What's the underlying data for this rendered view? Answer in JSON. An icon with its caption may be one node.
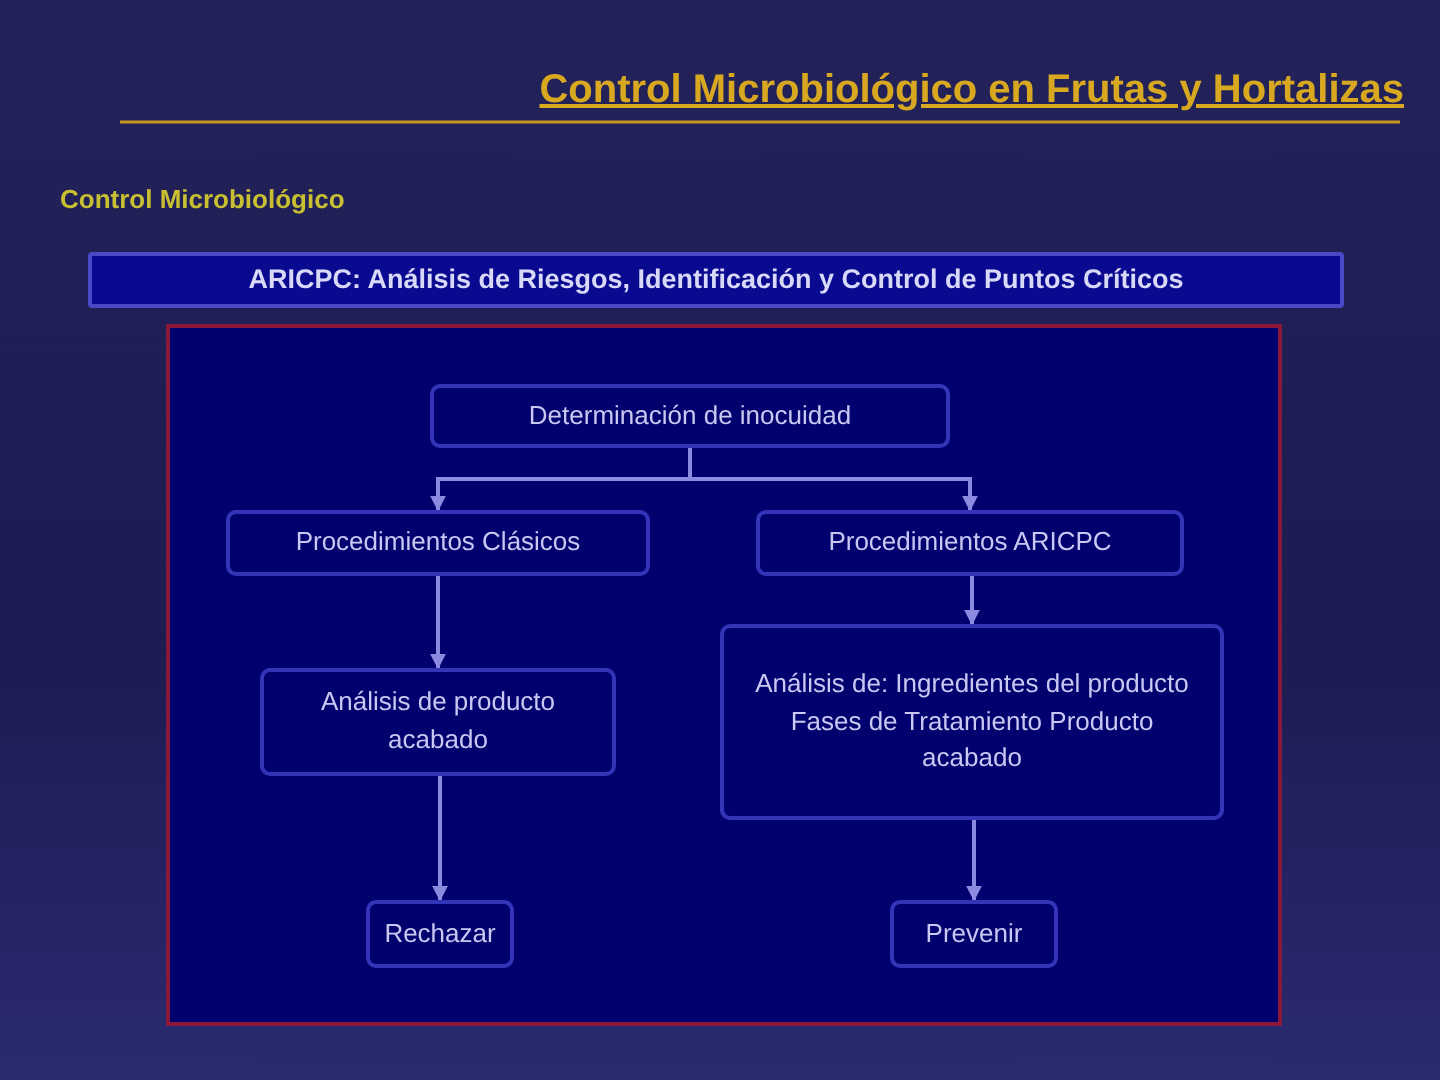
{
  "diagram": {
    "title": "Control Microbiológico en Frutas y Hortalizas",
    "nodes": [
      {
        "text": [
          "ARICPC: Análisis de Riesgos, Identificación y Control de Puntos Críticos"
        ]
      },
      {
        "text": [
          "Determinación de inocuidad"
        ]
      },
      {
        "text": [
          "Procedimientos Clásicos"
        ]
      },
      {
        "text": [
          "Procedimientos ARICPC"
        ]
      },
      {
        "text": [
          "Análisis de producto acabado"
        ]
      },
      {
        "text": [
          "Análisis de: Ingredientes del producto Fases de Tratamiento Producto acabado"
        ]
      },
      {
        "text": [
          "Rechazar"
        ]
      },
      {
        "text": [
          "Prevenir"
        ]
      }
    ],
    "edges": [
      {
        "from": 1,
        "to": 2,
        "arrow": "to"
      },
      {
        "from": 1,
        "to": 3,
        "arrow": "to"
      },
      {
        "from": 2,
        "to": 4,
        "arrow": "to"
      },
      {
        "from": 3,
        "to": 5,
        "arrow": "to"
      },
      {
        "from": 4,
        "to": 6,
        "arrow": "to"
      },
      {
        "from": 5,
        "to": 7,
        "arrow": "to"
      }
    ],
    "labels": [
      "Control Microbiológico"
    ]
  }
}
